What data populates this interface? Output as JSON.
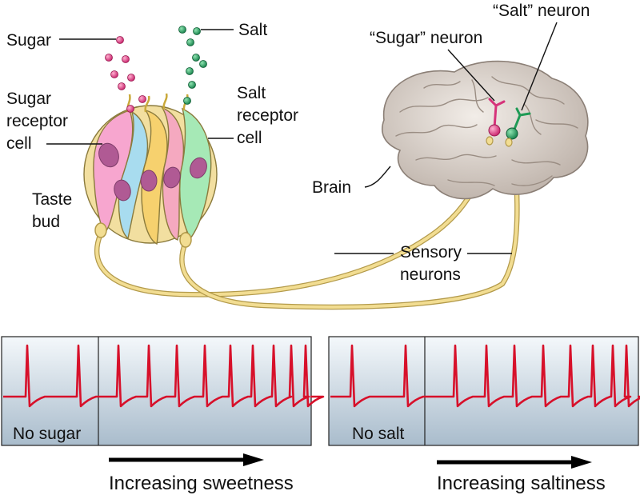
{
  "labels": {
    "sugar": "Sugar",
    "salt": "Salt",
    "sugar_receptor": [
      "Sugar",
      "receptor",
      "cell"
    ],
    "salt_receptor": [
      "Salt",
      "receptor",
      "cell"
    ],
    "taste_bud": [
      "Taste",
      "bud"
    ],
    "brain": "Brain",
    "sugar_neuron": "“Sugar” neuron",
    "salt_neuron": "“Salt” neuron",
    "sensory_neurons": [
      "Sensory",
      "neurons"
    ]
  },
  "traces": {
    "left": {
      "baseline_label": "No sugar",
      "arrow_label": "Increasing sweetness"
    },
    "right": {
      "baseline_label": "No salt",
      "arrow_label": "Increasing saltiness"
    }
  },
  "colors": {
    "sugar_molecule": "#d6337a",
    "salt_molecule": "#1f9a55",
    "trace": "#d7102a",
    "panel_top": "#f4f8fb",
    "panel_bottom": "#a9bccc",
    "nerve_fiber": "#e8cf7c"
  }
}
